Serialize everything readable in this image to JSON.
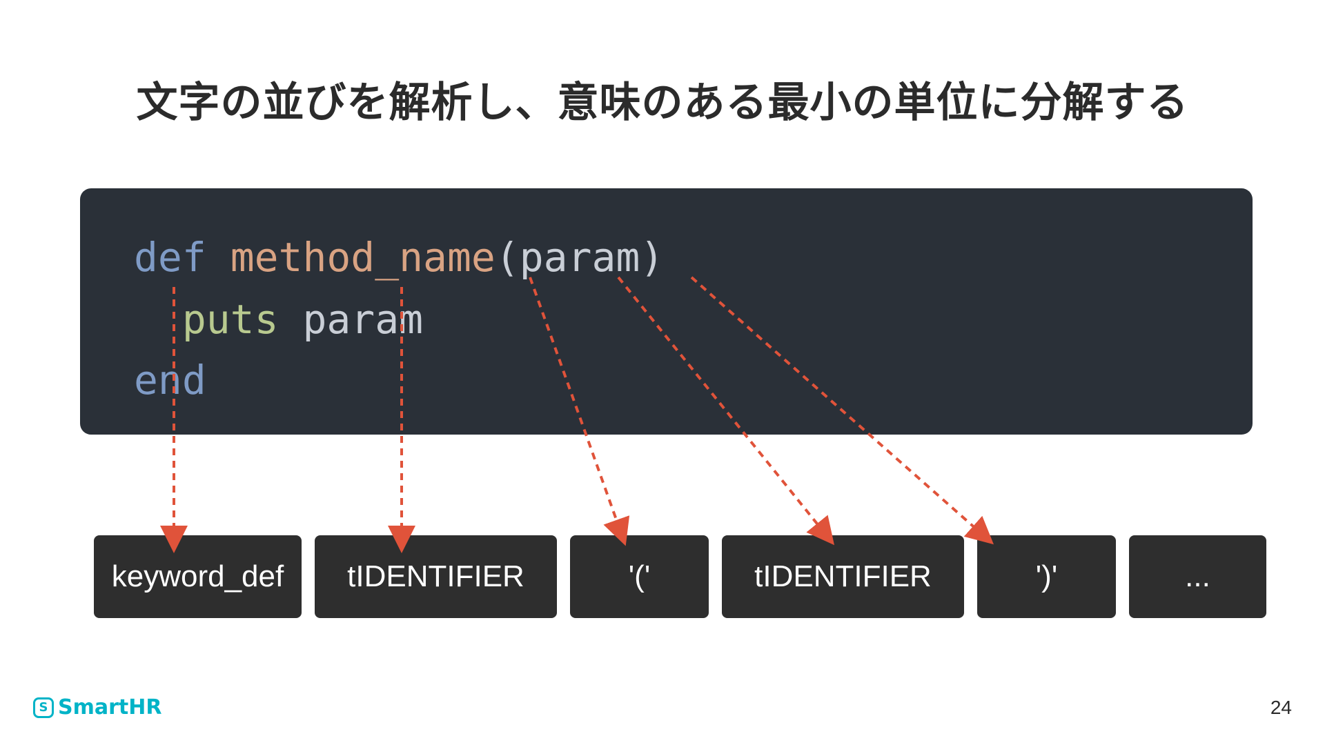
{
  "title": "文字の並びを解析し、意味のある最小の単位に分解する",
  "code": {
    "line1": {
      "keyword": "def",
      "space": " ",
      "method": "method_name",
      "open_paren": "(",
      "param": "param",
      "close_paren": ")"
    },
    "line2": {
      "indent": "  ",
      "call": "puts",
      "space": " ",
      "arg": "param"
    },
    "line3": {
      "keyword": "end"
    }
  },
  "tokens": [
    "keyword_def",
    "tIDENTIFIER",
    "'('",
    "tIDENTIFIER",
    "')'",
    "..."
  ],
  "colors": {
    "arrow": "#e0533a",
    "code_bg": "#2a3038",
    "token_bg": "#2e2e2e",
    "keyword": "#7f9bc6",
    "method_name": "#d9a383",
    "call": "#b8c98f",
    "brand": "#00b3c7"
  },
  "footer": {
    "logo_mark": "S",
    "logo_text": "SmartHR",
    "page_number": "24"
  }
}
